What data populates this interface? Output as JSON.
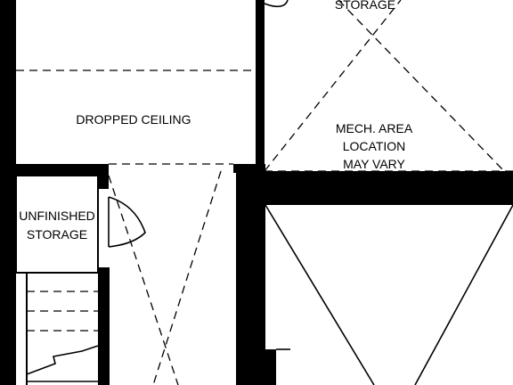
{
  "colors": {
    "wall": "#000000",
    "background": "#ffffff",
    "line": "#000000"
  },
  "labels": {
    "storage_top": "STORAGE",
    "dropped_ceiling": "DROPPED CEILING",
    "mech_line1": "MECH. AREA",
    "mech_line2": "LOCATION",
    "mech_line3": "MAY VARY",
    "unfinished_line1": "UNFINISHED",
    "unfinished_line2": "STORAGE"
  }
}
